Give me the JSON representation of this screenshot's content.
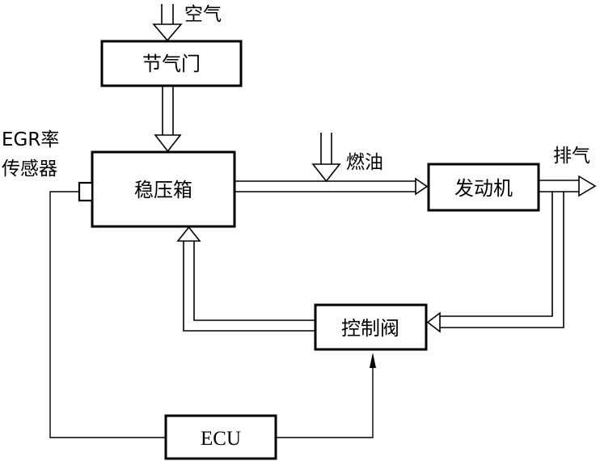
{
  "diagram": {
    "nodes": {
      "throttle": "节气门",
      "surge_tank": "稳压箱",
      "engine": "发动机",
      "control_valve": "控制阀",
      "ecu": "ECU"
    },
    "labels": {
      "air": "空气",
      "fuel": "燃油",
      "exhaust": "排气",
      "egr_sensor_line1": "EGR率",
      "egr_sensor_line2": "传感器"
    }
  }
}
